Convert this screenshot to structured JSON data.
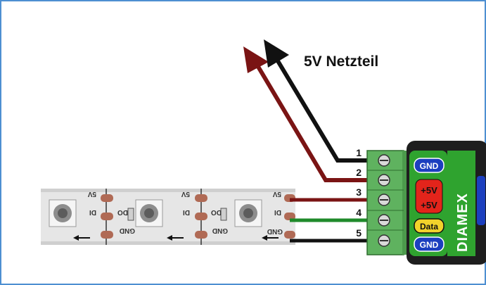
{
  "title": "5V Netzteil",
  "brand": "DIAMEX",
  "terminal_numbers": [
    "1",
    "2",
    "3",
    "4",
    "5"
  ],
  "controller_labels": {
    "gnd_top": "GND",
    "plus5v_a": "+5V",
    "plus5v_b": "+5V",
    "data": "Data",
    "gnd_bottom": "GND"
  },
  "strip_labels": {
    "segment1": {
      "v": "5V",
      "di": "DI",
      "do": "DO",
      "gnd": "GND"
    },
    "segment2": {
      "v": "5V",
      "di": "DI",
      "do": "DO",
      "gnd": "GND"
    },
    "segment3": {
      "v": "5V",
      "di": "DI",
      "gnd": "GND"
    }
  },
  "colors": {
    "frame": "#4d8fd1",
    "wire_red": "#7a1414",
    "wire_black": "#111111",
    "wire_green": "#1f8a2a",
    "terminal_green": "#5fb25f",
    "controller_body": "#1e1e1e",
    "controller_green": "#2fa32f",
    "badge_blue": "#1c3fbf",
    "badge_red": "#e3241b",
    "badge_yellow": "#f2d22b",
    "strip_base": "#e6e6e6",
    "pad_copper": "#b06a55"
  }
}
